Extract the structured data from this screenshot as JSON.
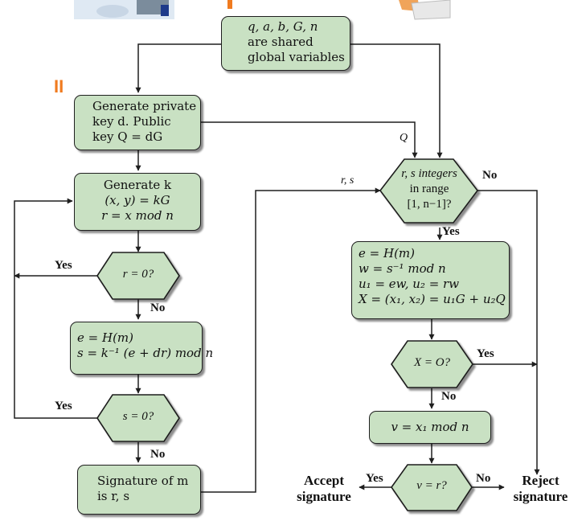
{
  "colors": {
    "box_fill": "#c9e1c3",
    "stroke": "#1f1f1f",
    "marker": "#f07b1f"
  },
  "markers": {
    "ii": "II"
  },
  "shared_box": {
    "lines": [
      "q, a, b, G, n",
      "are shared",
      "global variables"
    ]
  },
  "signing": {
    "keygen": [
      "Generate private",
      "key d. Public",
      "key  Q = dG"
    ],
    "gen_k": [
      "Generate k",
      "(x, y) = kG",
      "r = x mod n"
    ],
    "r_check": "r = 0?",
    "compute_s": [
      "e = H(m)",
      "s = k⁻¹ (e + dr) mod n"
    ],
    "s_check": "s = 0?",
    "signature": [
      "Signature of m",
      "is r, s"
    ]
  },
  "verifying": {
    "range_check": [
      "r, s integers",
      "in range",
      "[1, n−1]?"
    ],
    "compute": [
      "e = H(m)",
      "w = s⁻¹ mod n",
      "u₁ = ew, u₂ = rw",
      "X = (x₁, x₂) = u₁G + u₂Q"
    ],
    "x_check": "X = O?",
    "v_calc": [
      "v = x₁ mod n"
    ],
    "v_check": "v = r?"
  },
  "labels": {
    "yes": "Yes",
    "no": "No",
    "q_label": "Q",
    "rs_label": "r, s",
    "accept": [
      "Accept",
      "signature"
    ],
    "reject": [
      "Reject",
      "signature"
    ]
  }
}
